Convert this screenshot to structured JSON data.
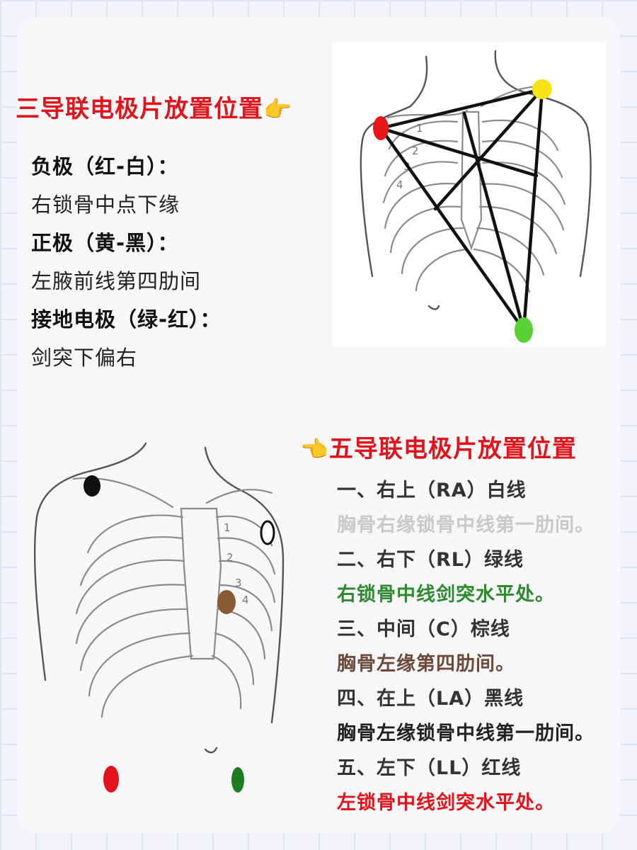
{
  "three_lead": {
    "heading": "三导联电极片放置位置",
    "hand_icon": "👉",
    "items": [
      {
        "label": "负极（红-白）：",
        "value": "右锁骨中点下缘"
      },
      {
        "label": "正极（黄-黑）：",
        "value": "左腋前线第四肋间"
      },
      {
        "label": "接地电极（绿-红）：",
        "value": "剑突下偏右"
      }
    ],
    "diagram": {
      "rib_numbers": [
        "1",
        "2",
        "3",
        "4"
      ],
      "electrode_colors": {
        "negative": "#e8161b",
        "positive": "#f5e414",
        "ground": "#57d133"
      }
    }
  },
  "five_lead": {
    "hand_icon": "👈",
    "heading": "五导联电极片放置位置",
    "items": [
      {
        "title": "一、右上（RA）白线",
        "desc": "胸骨右缘锁骨中线第一肋间。",
        "color": "#c9c9c9"
      },
      {
        "title": "二、右下（RL）绿线",
        "desc": "右锁骨中线剑突水平处。",
        "color": "#2e8a2e"
      },
      {
        "title": "三、中间（C）棕线",
        "desc": "胸骨左缘第四肋间。",
        "color": "#6b4a3a"
      },
      {
        "title": "四、在上（LA）黑线",
        "desc": "胸骨左缘锁骨中线第一肋间。",
        "color": "#222222"
      },
      {
        "title": "五、左下（LL）红线",
        "desc": "左锁骨中线剑突水平处。",
        "color": "#e0141a"
      }
    ],
    "diagram": {
      "rib_numbers": [
        "1",
        "2",
        "3",
        "4"
      ],
      "electrode_colors": {
        "white": "#ffffff",
        "black": "#111111",
        "brown": "#8a5a33",
        "red": "#e3121b",
        "green": "#1e7d1e"
      }
    }
  }
}
